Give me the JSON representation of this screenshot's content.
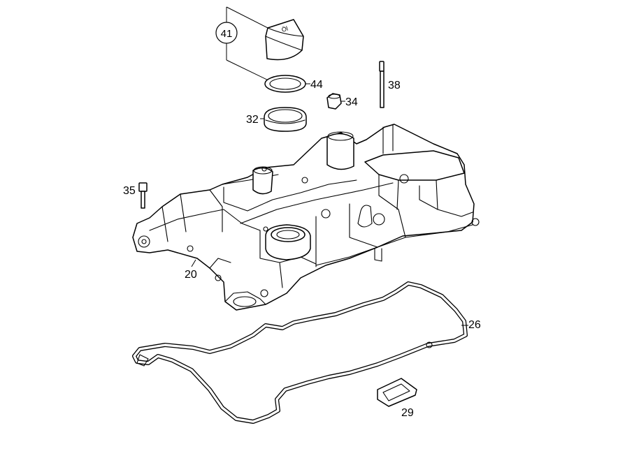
{
  "diagram": {
    "callouts": {
      "p41": "41",
      "p44": "44",
      "p38": "38",
      "p34": "34",
      "p32": "32",
      "p35": "35",
      "p20": "20",
      "p26": "26",
      "p29": "29"
    },
    "cap_marking": "Öl"
  }
}
